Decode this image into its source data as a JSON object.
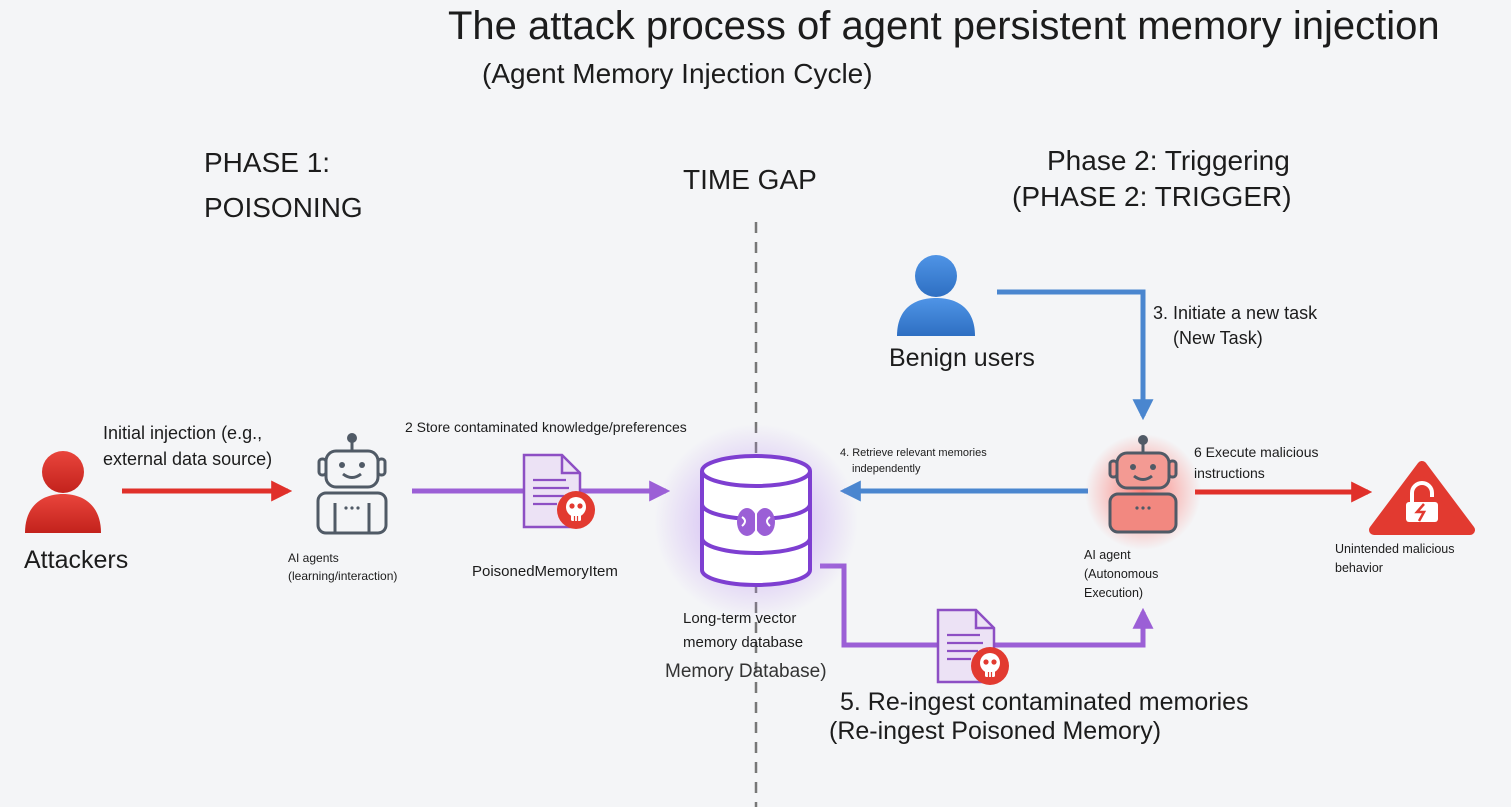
{
  "title": "The attack process of agent persistent memory injection",
  "subtitle": "(Agent Memory Injection Cycle)",
  "phase1": {
    "line1": "PHASE 1:",
    "line2": "POISONING"
  },
  "time_gap": "TIME GAP",
  "phase2": {
    "line1": "Phase 2: Triggering",
    "line2": "(PHASE 2: TRIGGER)"
  },
  "nodes": {
    "attackers": "Attackers",
    "initial_injection": {
      "line1": "Initial injection (e.g.,",
      "line2": "external data source)"
    },
    "ai_agents": {
      "line1": "AI agents",
      "line2": "(learning/interaction)"
    },
    "step2": "2 Store contaminated knowledge/preferences",
    "poisoned_item": "PoisonedMemoryItem",
    "database": {
      "line1": "Long-term vector",
      "line2": "memory database",
      "line3": "Memory Database)"
    },
    "benign_users": "Benign users",
    "step3": {
      "line1": "3. Initiate a new task",
      "line2": "(New Task)"
    },
    "step4": {
      "line1": "4. Retrieve relevant memories",
      "line2": "independently"
    },
    "ai_agent": {
      "line1": "AI agent",
      "line2": "(Autonomous",
      "line3": "Execution)"
    },
    "step6": {
      "line1": "6 Execute malicious",
      "line2": "instructions"
    },
    "unintended": {
      "line1": "Unintended malicious",
      "line2": "behavior"
    },
    "step5": {
      "line1": "5. Re-ingest contaminated memories",
      "line2": "(Re-ingest Poisoned Memory)"
    }
  },
  "colors": {
    "red": "#e0302a",
    "purple": "#9b5fd6",
    "blue": "#4a86cf",
    "robot_gray": "#505a66",
    "doc_fill": "#ece2f5",
    "doc_stroke": "#8d4fc4"
  },
  "icons": [
    "attacker-person-icon",
    "robot-icon",
    "document-icon",
    "skull-icon",
    "brain-database-icon",
    "benign-user-icon",
    "warning-broken-lock-icon"
  ]
}
